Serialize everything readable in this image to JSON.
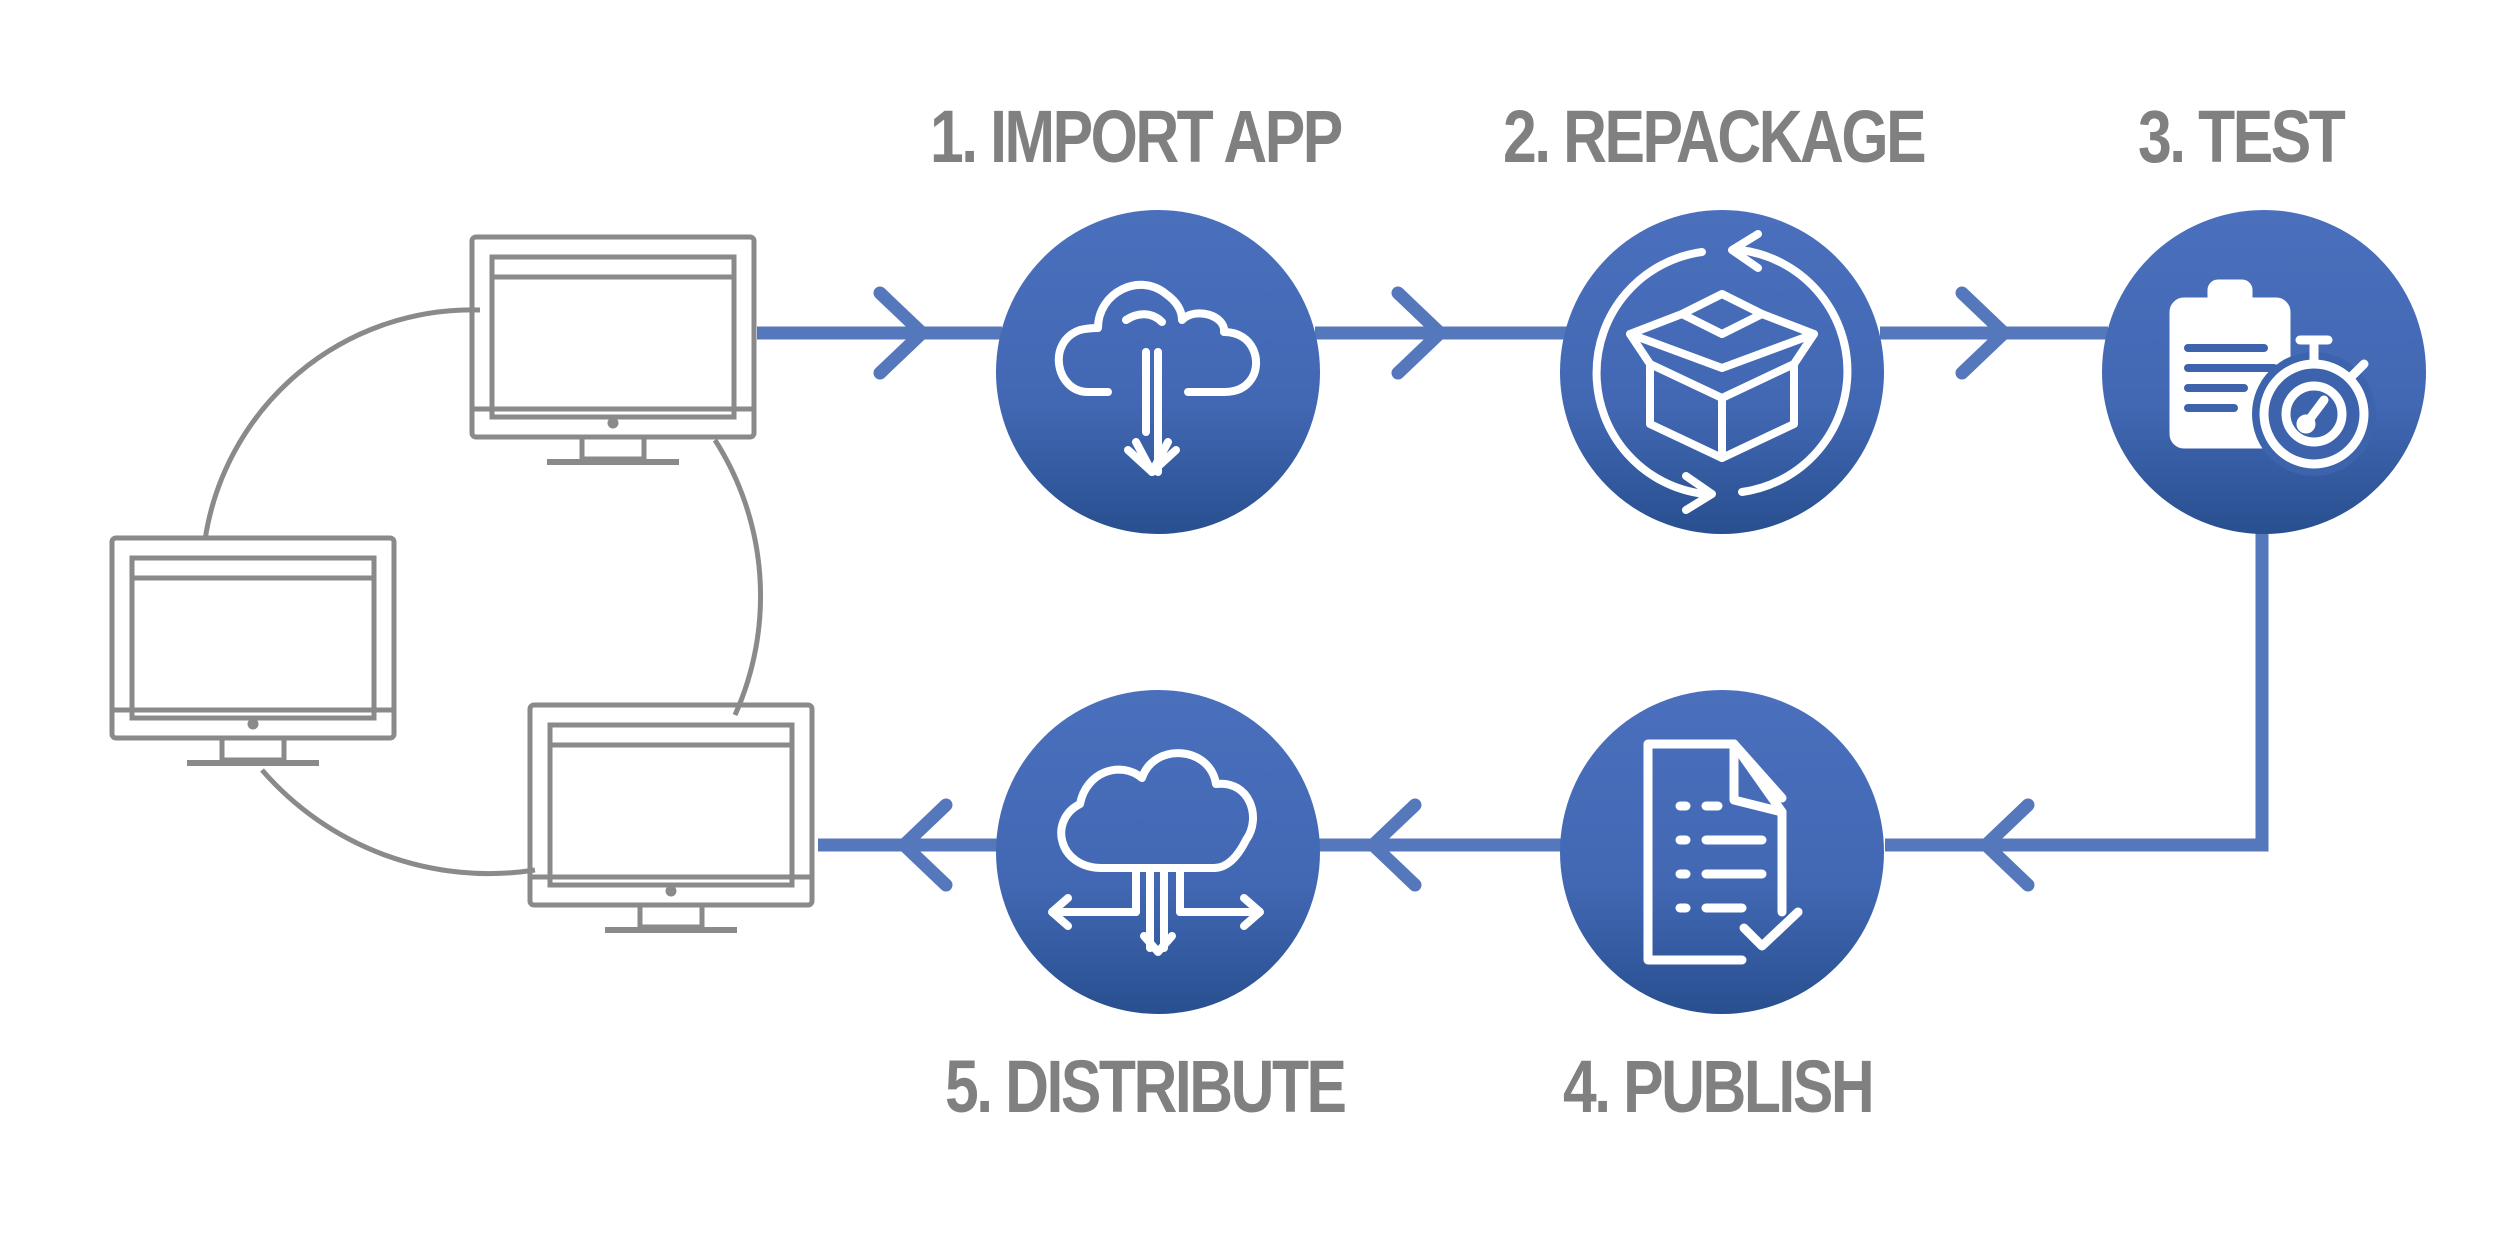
{
  "colors": {
    "circle_top": "#4a70bd",
    "circle_bottom": "#284f8f",
    "arrow": "#5577bb",
    "monitor": "#8a8a8a",
    "label": "#808080",
    "icon": "#ffffff"
  },
  "steps": [
    {
      "label": "1. IMPORT APP",
      "icon": "cloud-download-icon"
    },
    {
      "label": "2. REPACKAGE",
      "icon": "repackage-box-icon"
    },
    {
      "label": "3. TEST",
      "icon": "clipboard-stopwatch-icon"
    },
    {
      "label": "4. PUBLISH",
      "icon": "document-check-icon"
    },
    {
      "label": "5. DISTRIBUTE",
      "icon": "cloud-distribute-icon"
    }
  ],
  "endpoints": {
    "icon": "monitor-icon",
    "count": 3
  }
}
